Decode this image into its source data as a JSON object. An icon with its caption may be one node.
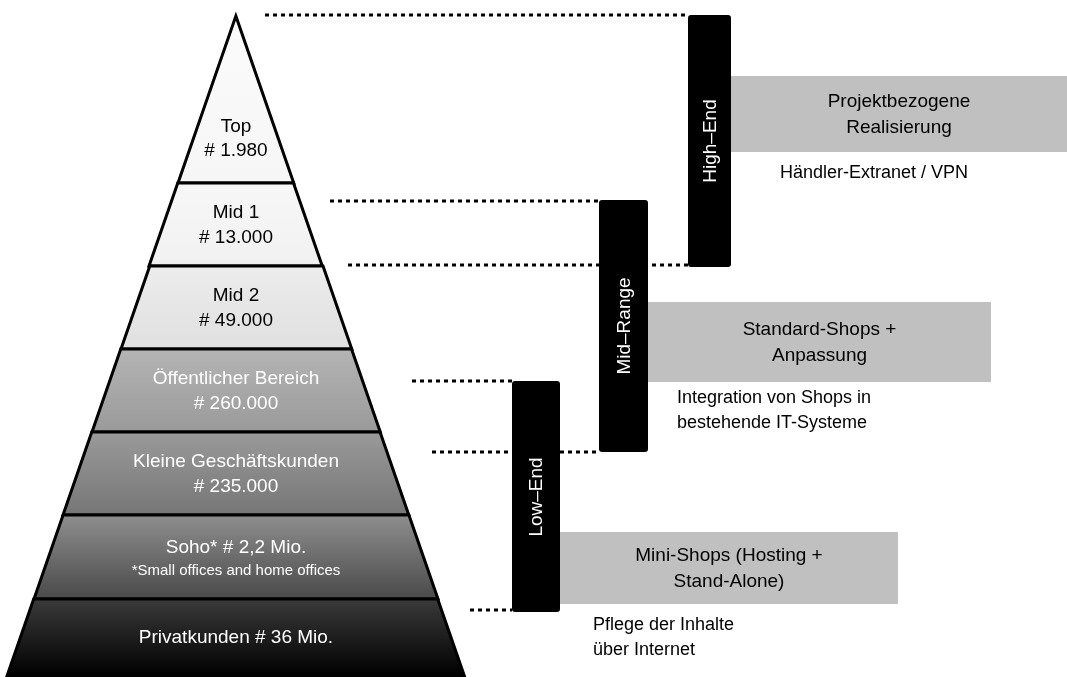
{
  "diagram": {
    "nodes": [
      {
        "text": [
          "Top",
          "# 1.980"
        ]
      },
      {
        "text": [
          "Mid 1",
          "# 13.000"
        ]
      },
      {
        "text": [
          "Mid 2",
          "# 49.000"
        ]
      },
      {
        "text": [
          "Öffentlicher Bereich",
          "# 260.000"
        ]
      },
      {
        "text": [
          "Kleine Geschäftskunden",
          "# 235.000"
        ]
      },
      {
        "text": [
          "Soho* # 2,2 Mio.",
          "*Small offices and home offices"
        ]
      },
      {
        "text": [
          "Privatkunden # 36 Mio."
        ]
      },
      {
        "text": [
          "High–End"
        ]
      },
      {
        "text": [
          "Projektbezogene Realisierung"
        ],
        "beside": [
          "Händler-Extranet / VPN"
        ]
      },
      {
        "text": [
          "Mid–Range"
        ]
      },
      {
        "text": [
          "Standard-Shops + Anpassung"
        ],
        "beside": [
          "Integration von Shops in bestehende IT-Systeme"
        ]
      },
      {
        "text": [
          "Low–End"
        ]
      },
      {
        "text": [
          "Mini-Shops (Hosting + Stand-Alone)"
        ],
        "beside": [
          "Pflege der Inhalte über Internet"
        ]
      }
    ],
    "edges": [
      {
        "from": null,
        "to": 7,
        "arrow": "none",
        "style": "dashed"
      },
      {
        "from": null,
        "to": 7,
        "arrow": "none",
        "style": "dashed"
      },
      {
        "from": null,
        "to": 9,
        "arrow": "none",
        "style": "dashed"
      },
      {
        "from": null,
        "to": 9,
        "arrow": "none",
        "style": "dashed"
      },
      {
        "from": null,
        "to": 11,
        "arrow": "none",
        "style": "dashed"
      },
      {
        "from": null,
        "to": 11,
        "arrow": "none",
        "style": "dashed"
      }
    ]
  }
}
